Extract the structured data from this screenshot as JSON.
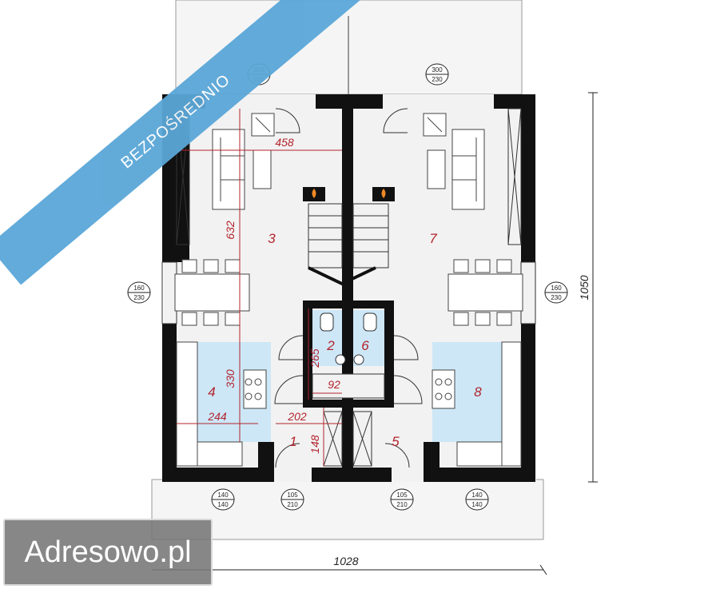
{
  "banner": {
    "text": "BEZPOŚREDNIO"
  },
  "logo": {
    "text": "Adresowo.pl"
  },
  "rooms": [
    "1",
    "2",
    "3",
    "4",
    "5",
    "6",
    "7",
    "8"
  ],
  "dimensions": {
    "total_width": "1028",
    "total_height": "1050",
    "living_width": "458",
    "living_height": "632",
    "kitchen_height": "330",
    "kitchen_width": "244",
    "hall_width": "202",
    "hall_height": "148",
    "bath_width": "92",
    "bath_height": "265"
  },
  "windows": {
    "top_left": [
      "300",
      "230"
    ],
    "top_right": [
      "300",
      "230"
    ],
    "side_left": [
      "160",
      "230"
    ],
    "side_right": [
      "160",
      "230"
    ],
    "kitchen_left": [
      "140",
      "140"
    ],
    "kitchen_right": [
      "140",
      "140"
    ],
    "door_left": [
      "105",
      "210"
    ],
    "door_right": [
      "105",
      "210"
    ]
  },
  "colors": {
    "wall": "#111111",
    "floor": "#f2f2f2",
    "wet": "#cde7f7",
    "dim": "#b3242e",
    "banner": "#5aa7d8"
  }
}
